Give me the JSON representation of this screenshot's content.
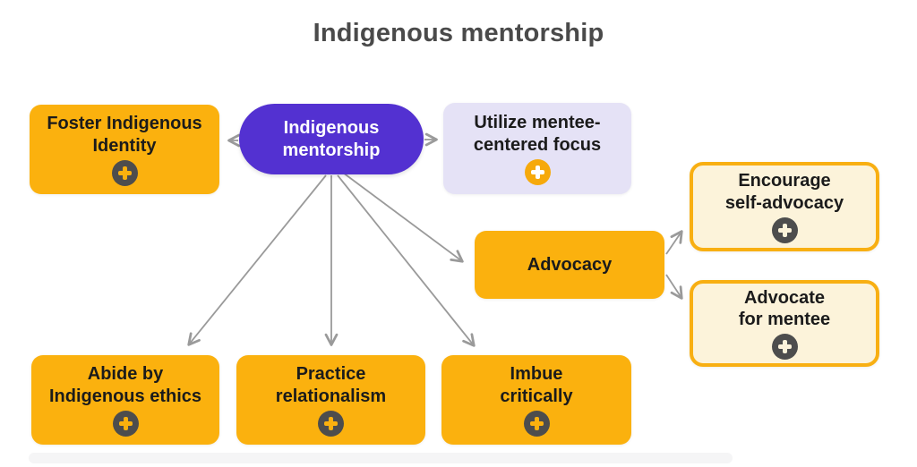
{
  "title": "Indigenous mentorship",
  "colors": {
    "orange": "#FBB10E",
    "purple": "#5331D1",
    "lavender": "#E5E2F6",
    "cream": "#FCF3DA",
    "cream_border": "#F8AF12",
    "dark": "#4D4D4D",
    "arrow": "#9A9A9A",
    "title": "#4A4A4A",
    "text": "#1B1B1B"
  },
  "icons": {
    "node_expand_icon": "plus-icon"
  },
  "nodes": {
    "root": {
      "label": "Indigenous\nmentorship",
      "has_plus": false
    },
    "foster": {
      "label": "Foster Indigenous\nIdentity",
      "has_plus": true
    },
    "utilize": {
      "label": "Utilize mentee-\ncentered focus",
      "has_plus": true
    },
    "advocacy": {
      "label": "Advocacy",
      "has_plus": false
    },
    "encourage": {
      "label": "Encourage\nself-advocacy",
      "has_plus": true
    },
    "advocate": {
      "label": "Advocate\nfor mentee",
      "has_plus": true
    },
    "abide": {
      "label": "Abide by\nIndigenous ethics",
      "has_plus": true
    },
    "practice": {
      "label": "Practice\nrelationalism",
      "has_plus": true
    },
    "imbue": {
      "label": "Imbue\ncritically",
      "has_plus": true
    }
  },
  "edges": [
    {
      "from": "root",
      "to": "foster"
    },
    {
      "from": "root",
      "to": "utilize"
    },
    {
      "from": "root",
      "to": "abide"
    },
    {
      "from": "root",
      "to": "practice"
    },
    {
      "from": "root",
      "to": "imbue"
    },
    {
      "from": "root",
      "to": "advocacy"
    },
    {
      "from": "advocacy",
      "to": "encourage"
    },
    {
      "from": "advocacy",
      "to": "advocate"
    }
  ]
}
